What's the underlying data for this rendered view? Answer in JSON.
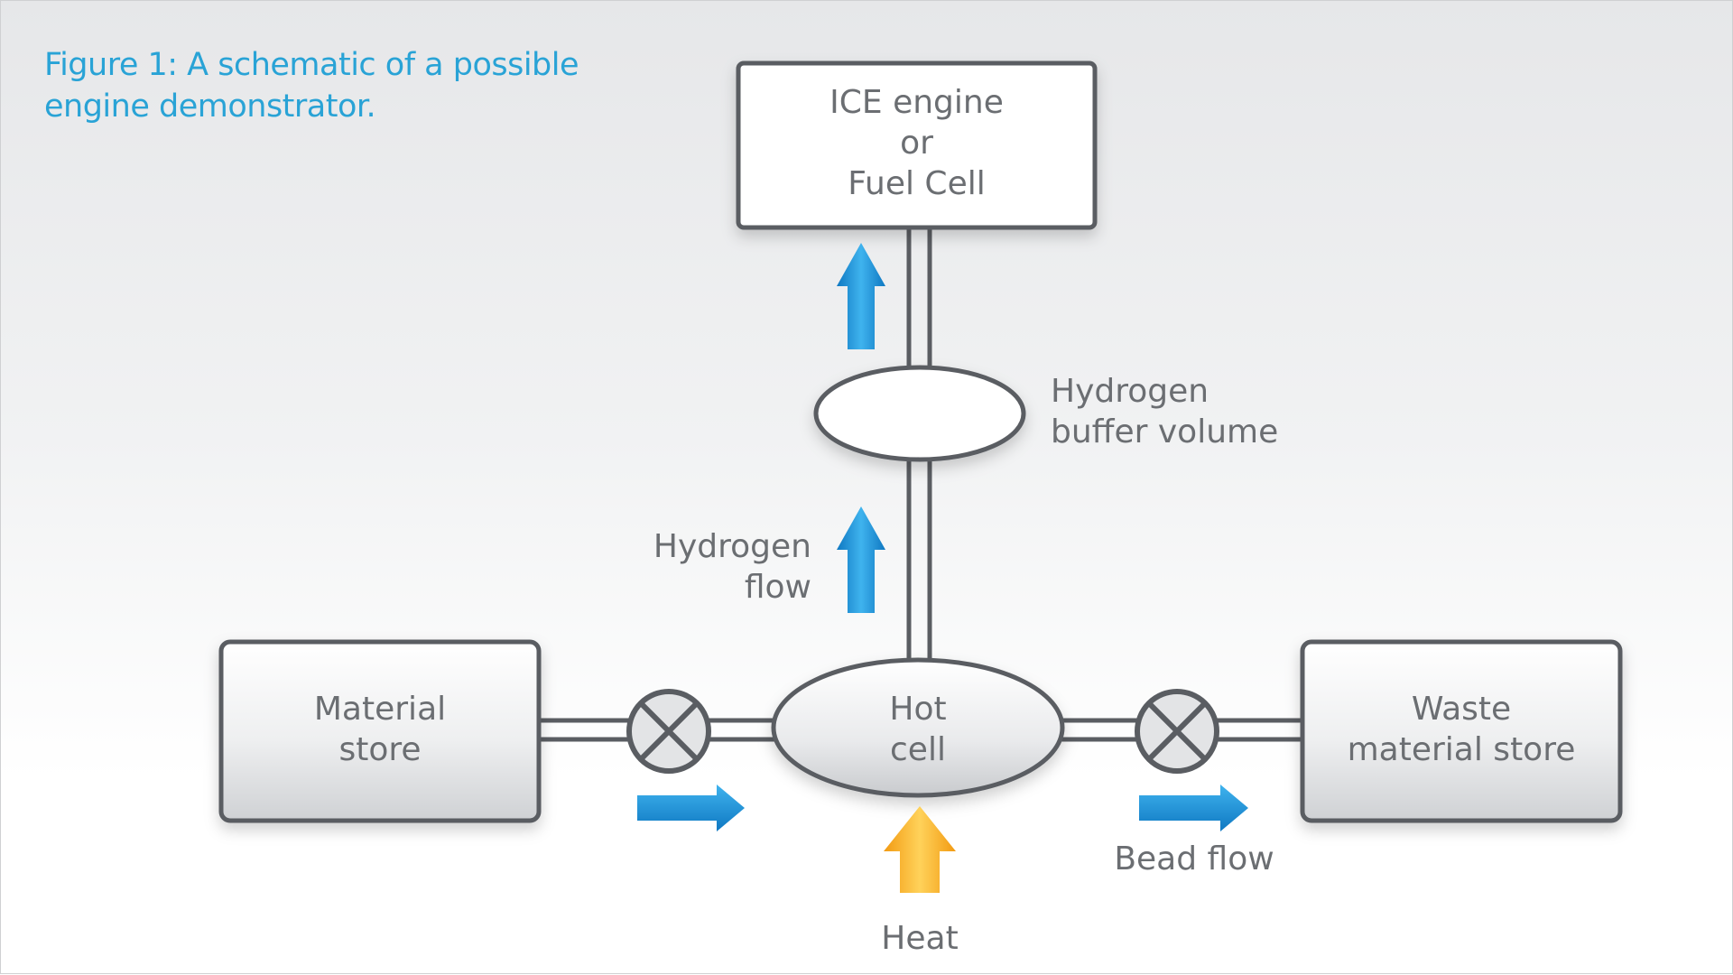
{
  "caption": {
    "line1": "Figure 1: A schematic of a possible",
    "line2": "engine demonstrator."
  },
  "nodes": {
    "engine": {
      "line1": "ICE engine",
      "line2": "or",
      "line3": "Fuel Cell"
    },
    "buffer": {
      "line1": "Hydrogen",
      "line2": "buffer volume"
    },
    "material_store": {
      "line1": "Material",
      "line2": "store"
    },
    "hot_cell": {
      "line1": "Hot",
      "line2": "cell"
    },
    "waste_store": {
      "line1": "Waste",
      "line2": "material store"
    }
  },
  "flows": {
    "hydrogen": {
      "line1": "Hydrogen",
      "line2": "flow"
    },
    "bead": "Bead flow",
    "heat": "Heat"
  },
  "colors": {
    "caption": "#29a3d6",
    "blue_arrow": "#1a8fd6",
    "heat_arrow": "#f5a81c",
    "outline": "#5a5d62",
    "label": "#6b6e72"
  }
}
